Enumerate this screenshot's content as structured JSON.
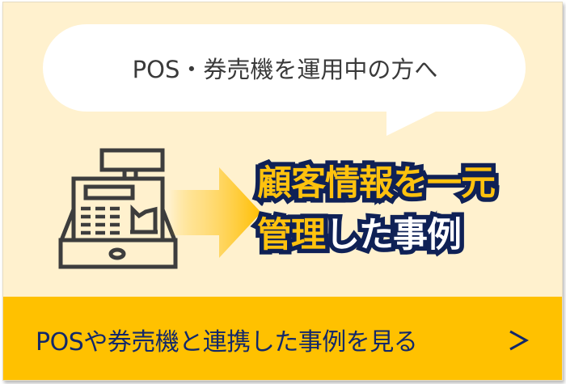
{
  "banner": {
    "bubble": {
      "text": "POS・券売機を運用中の方へ"
    },
    "icons": {
      "register": "cash-register-icon",
      "arrow": "arrow-right-icon",
      "chevron": "chevron-right-icon"
    },
    "headline": {
      "line1": {
        "yellow": "顧客情報を一元"
      },
      "line2": {
        "yellow": "管理",
        "white": "した事例"
      }
    },
    "cta": {
      "label": "POSや券売機と連携した事例を見る",
      "chevron": ">"
    },
    "colors": {
      "background": "#FFF1CE",
      "bubble": "#FFFFFF",
      "accent_yellow": "#FFC100",
      "headline_yellow": "#FFC20E",
      "navy": "#0F2156",
      "cta_text": "#12286A",
      "icon_stroke": "#3d3d3d"
    }
  }
}
